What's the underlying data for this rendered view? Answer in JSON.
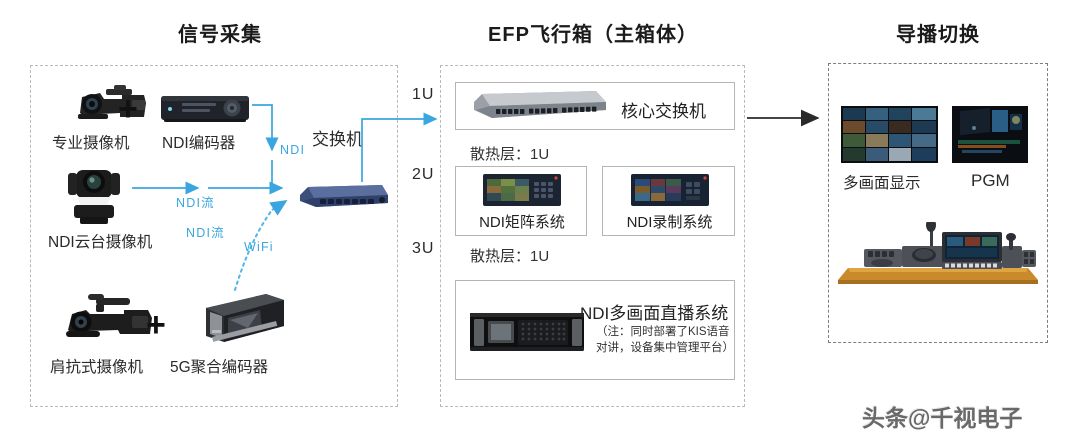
{
  "sections": [
    {
      "id": "capture",
      "title": "信号采集"
    },
    {
      "id": "efp",
      "title": "EFP飞行箱（主箱体）"
    },
    {
      "id": "director",
      "title": "导播切换"
    }
  ],
  "capture": {
    "devices": [
      {
        "name": "专业摄像机",
        "icon": "camcorder-icon"
      },
      {
        "name": "NDI编码器",
        "icon": "encoder-box-icon"
      },
      {
        "name": "NDI云台摄像机",
        "icon": "ptz-camera-icon"
      },
      {
        "name": "肩抗式摄像机",
        "icon": "shoulder-camera-icon"
      },
      {
        "name": "5G聚合编码器",
        "icon": "bonding-encoder-icon"
      }
    ],
    "plus_sign": "+",
    "switch_label": "交换机",
    "switch_icon": "network-switch-icon",
    "wire_labels": [
      {
        "text": "NDI",
        "id": "ndi-vertical"
      },
      {
        "text": "NDI流",
        "id": "ndi-stream-1"
      },
      {
        "text": "NDI流",
        "id": "ndi-stream-2"
      },
      {
        "text": "WiFi",
        "id": "wifi-link"
      }
    ]
  },
  "efp": {
    "u_labels": [
      "1U",
      "2U",
      "3U"
    ],
    "rack": {
      "core_switch": {
        "label": "核心交换机",
        "icon": "core-switch-icon"
      },
      "heat_layer_1": "散热层：1U",
      "matrix": {
        "label": "NDI矩阵系统",
        "icon": "ndi-matrix-icon"
      },
      "recorder": {
        "label": "NDI录制系统",
        "icon": "ndi-recorder-icon"
      },
      "heat_layer_2": "散热层：1U",
      "live_system": {
        "label": "NDI多画面直播系统",
        "note": "（注：同时部署了KIS语音\n对讲，设备集中管理平台）",
        "icon": "rack-server-icon"
      }
    }
  },
  "director": {
    "multiview": {
      "label": "多画面显示",
      "icon": "multiview-monitor-icon"
    },
    "pgm": {
      "label": "PGM",
      "icon": "pgm-monitor-icon"
    },
    "console": {
      "label": "",
      "icon": "switcher-console-icon"
    }
  },
  "watermark": {
    "text": "头条@千视电子"
  },
  "colors": {
    "cyan": "#3aa6e0",
    "dashed_border": "#b9b9b9",
    "cell_border": "#b5b5b5",
    "text": "#222222",
    "arrow_black": "#2a2a2a",
    "desk_wood": "#cf8b2b"
  }
}
